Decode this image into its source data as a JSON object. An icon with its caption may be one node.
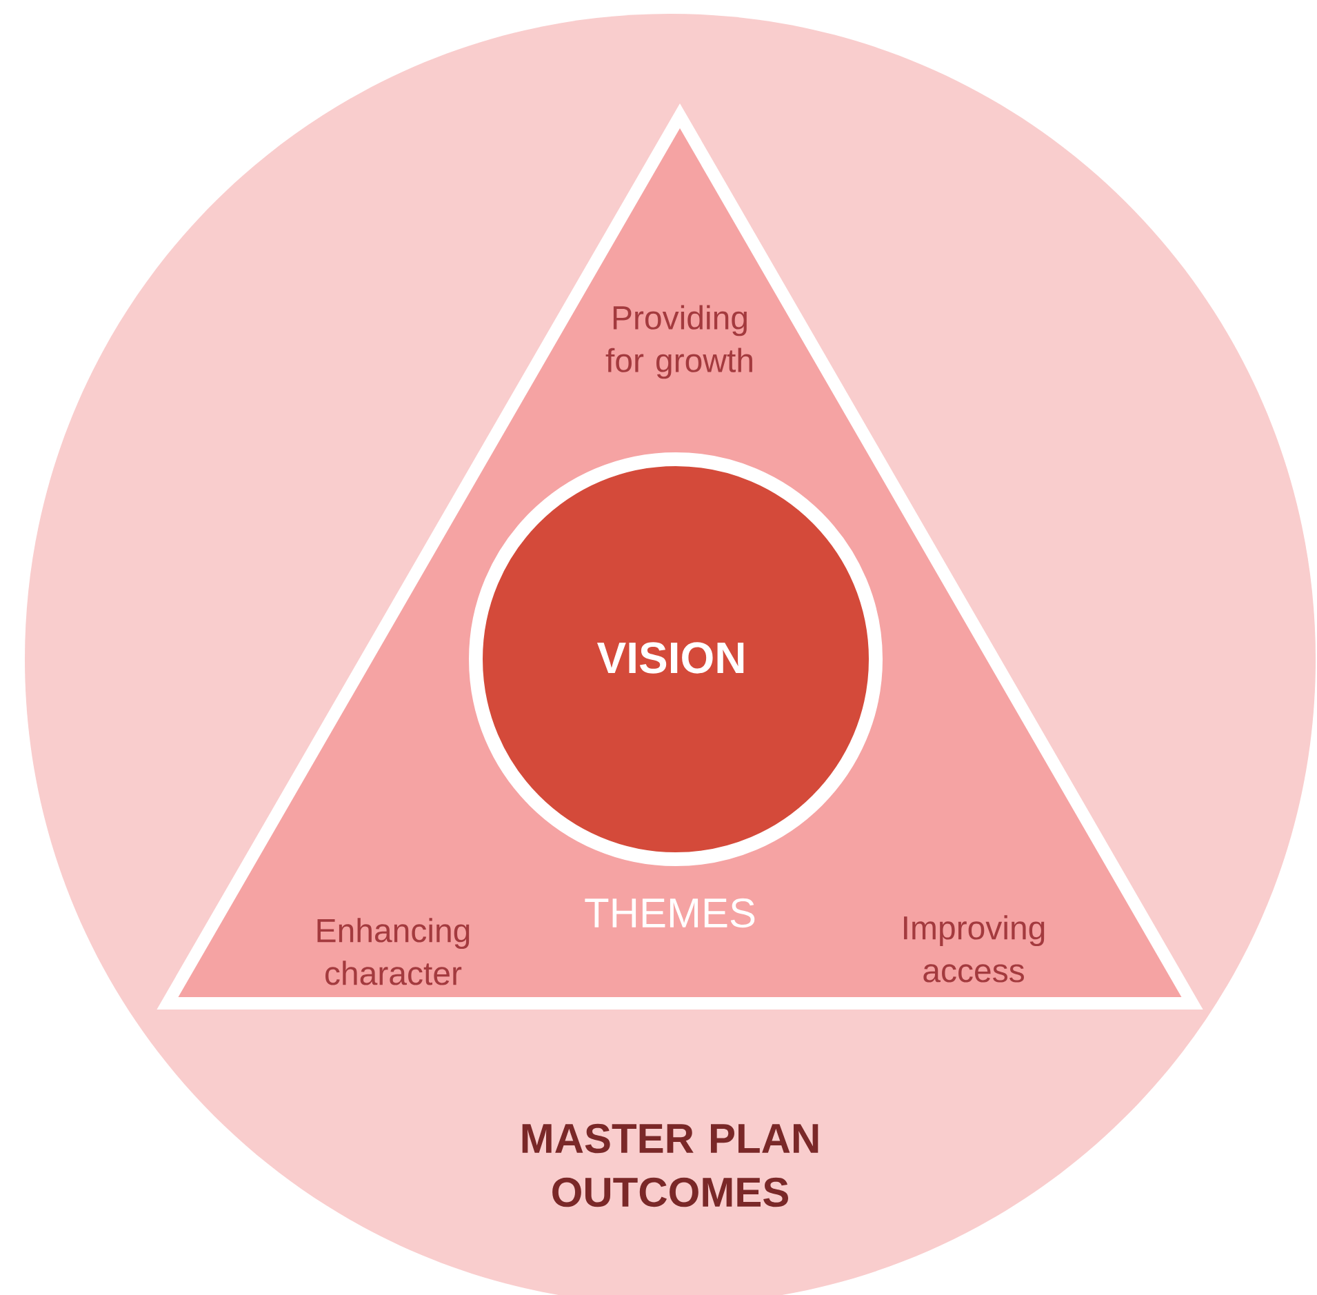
{
  "diagram": {
    "nodes": [
      {
        "text": [
          "MASTER PLAN OUTCOMES"
        ]
      },
      {
        "text": [
          "Providing for growth",
          "Enhancing character",
          "THEMES",
          "Improving access"
        ],
        "in": 0
      },
      {
        "text": [
          "VISION"
        ],
        "in": 1
      }
    ]
  }
}
